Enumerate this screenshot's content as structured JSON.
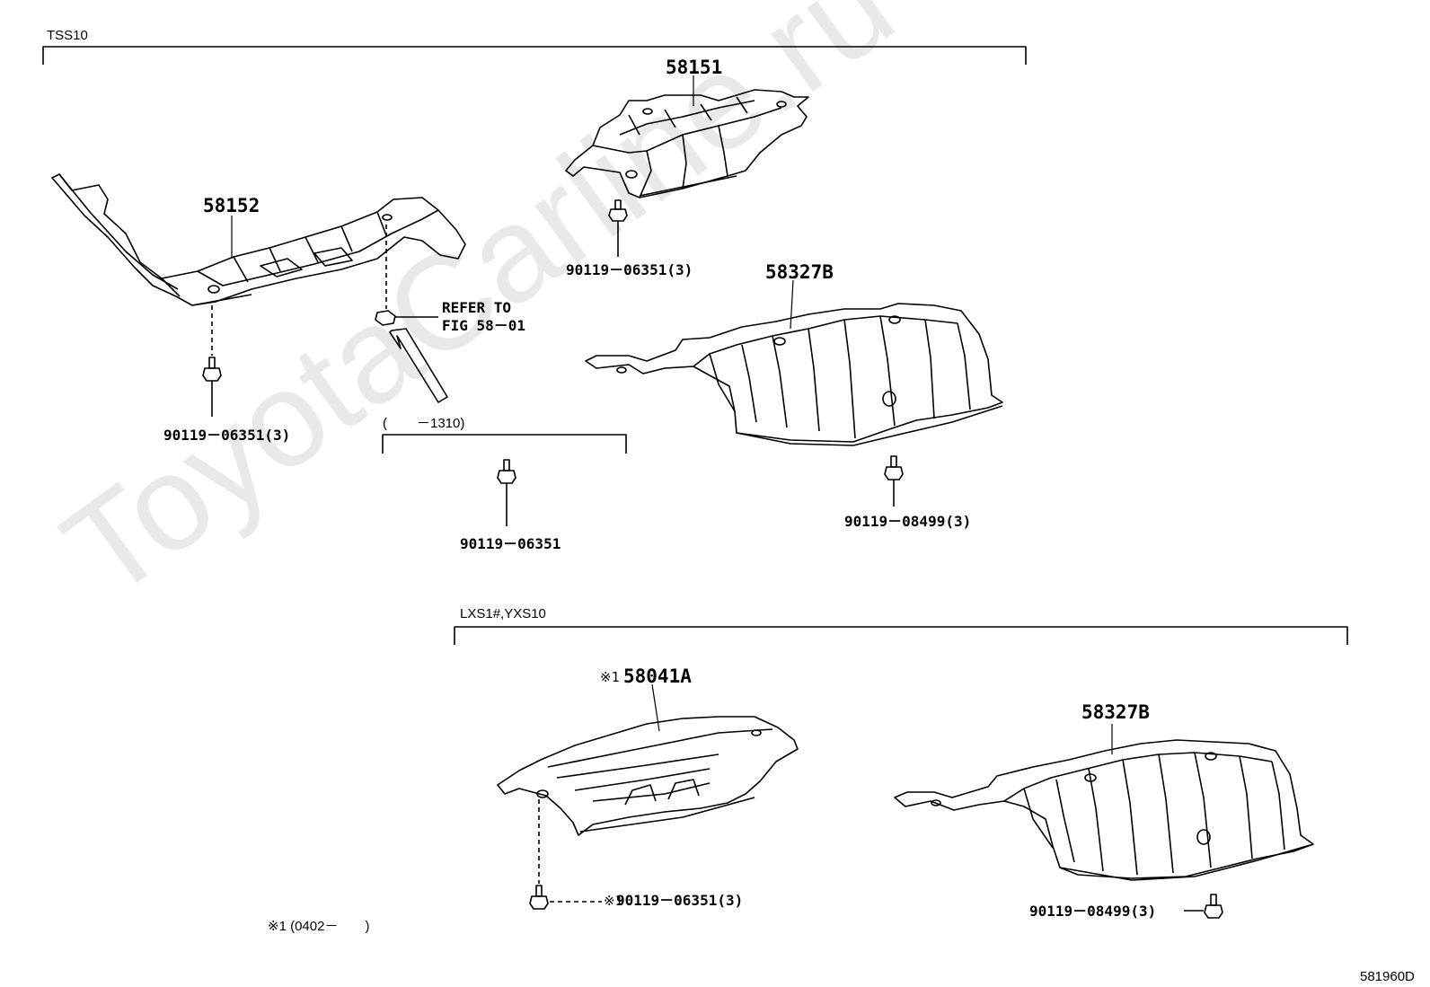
{
  "watermark": "ToyotaCarline.ru",
  "groups": {
    "top": "TSS10",
    "bottom": "LXS1#,YXS10",
    "sub_range": "(　　－1310)",
    "sub_range_prefix": "(",
    "sub_range_end": "－1310)"
  },
  "parts": {
    "p58151": "58151",
    "p58152": "58152",
    "p58327b_top": "58327B",
    "p58041a": "58041A",
    "p58327b_bottom": "58327B",
    "mark_58041a": "※1"
  },
  "bolts": {
    "b1": "90119－06351(3)",
    "b2": "90119－06351(3)",
    "b3": "90119－06351",
    "b4": "90119－08499(3)",
    "b5_mark": "※1",
    "b5": "90119－06351(3)",
    "b6": "90119－08499(3)"
  },
  "refer": {
    "line1": "REFER TO",
    "line2": "FIG 58－01"
  },
  "footnote": "※1 (0402－　　)",
  "figure_code": "581960D"
}
